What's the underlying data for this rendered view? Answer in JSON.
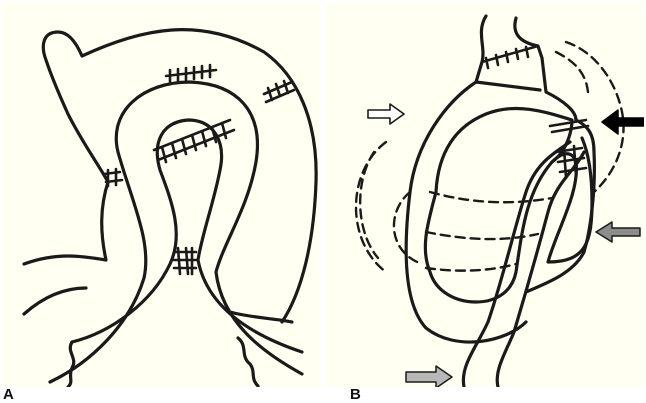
{
  "panels": [
    {
      "id": "A",
      "label": "A"
    },
    {
      "id": "B",
      "label": "B"
    }
  ],
  "colors": {
    "panel_background": "#fffff2",
    "line": "#1a1a1a",
    "arrow_white": "#ffffff",
    "arrow_black": "#000000",
    "arrow_gray": "#8c8c8c",
    "arrow_light_gray": "#b8b8b8"
  },
  "icons": [
    "open-arrow-icon",
    "black-arrow-icon",
    "gray-arrow-icon",
    "light-gray-arrow-icon"
  ]
}
